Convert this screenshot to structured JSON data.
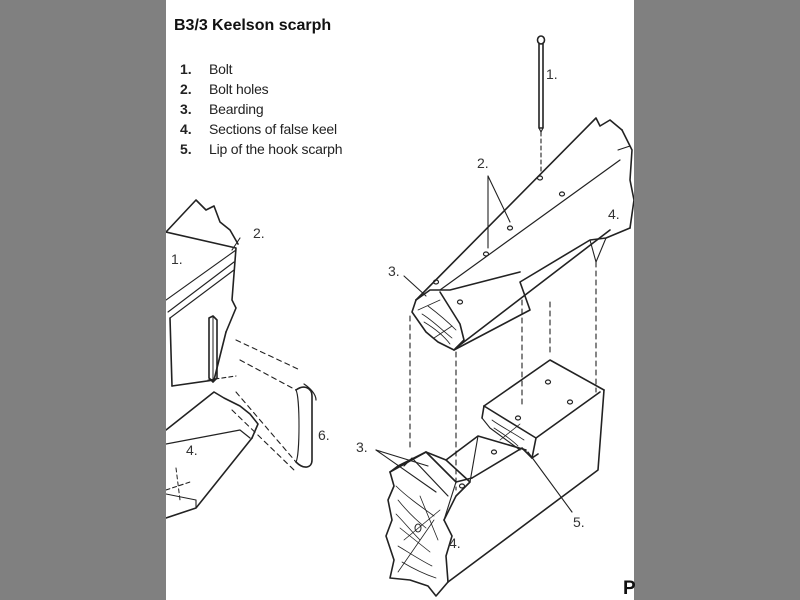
{
  "figure": {
    "code": "B3/3",
    "title": "Keelson scarph",
    "corner_mark": "P"
  },
  "legend": [
    {
      "num": "1.",
      "text": "Bolt"
    },
    {
      "num": "2.",
      "text": "Bolt holes"
    },
    {
      "num": "3.",
      "text": "Bearding"
    },
    {
      "num": "4.",
      "text": "Sections of false keel"
    },
    {
      "num": "5.",
      "text": "Lip of the hook scarph"
    }
  ],
  "callouts": {
    "bolt": "1.",
    "bolt_holes": "2.",
    "bearding_upper": "3.",
    "false_keel_upper": "4.",
    "left_1": "1.",
    "left_2": "2.",
    "left_4": "4.",
    "left_6": "6.",
    "bearding_lower": "3.",
    "lip": "5.",
    "false_keel_lower": "4."
  },
  "colors": {
    "background": "#808080",
    "sheet": "#ffffff",
    "ink": "#222222"
  }
}
